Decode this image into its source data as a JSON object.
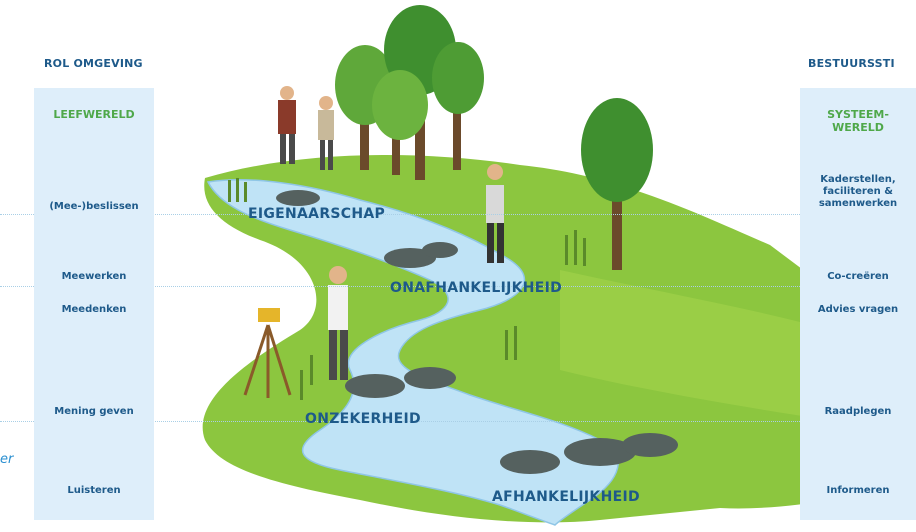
{
  "left": {
    "header": "ROL OMGEVING",
    "panel_title": "LEEFWERELD",
    "levels": [
      "(Mee-)beslissen",
      "Meewerken",
      "Meedenken",
      "Mening geven",
      "Luisteren"
    ]
  },
  "right": {
    "header": "BESTUURSSTI",
    "panel_title_1": "SYSTEEM-",
    "panel_title_2": "WERELD",
    "levels": [
      "Kaderstellen,",
      "faciliteren &",
      "samenwerken",
      "Co-creëren",
      "Advies vragen",
      "Raadplegen",
      "Informeren"
    ]
  },
  "stages": [
    "EIGENAARSCHAP",
    "ONAFHANKELIJKHEID",
    "ONZEKERHEID",
    "AFHANKELIJKHEID"
  ],
  "side_note": "er",
  "colors": {
    "grass": "#8cc63f",
    "water": "#bfe3f6",
    "tree_dark": "#3f8f2f",
    "title_blue": "#1e5a8a",
    "green_title": "#4fa84a"
  }
}
